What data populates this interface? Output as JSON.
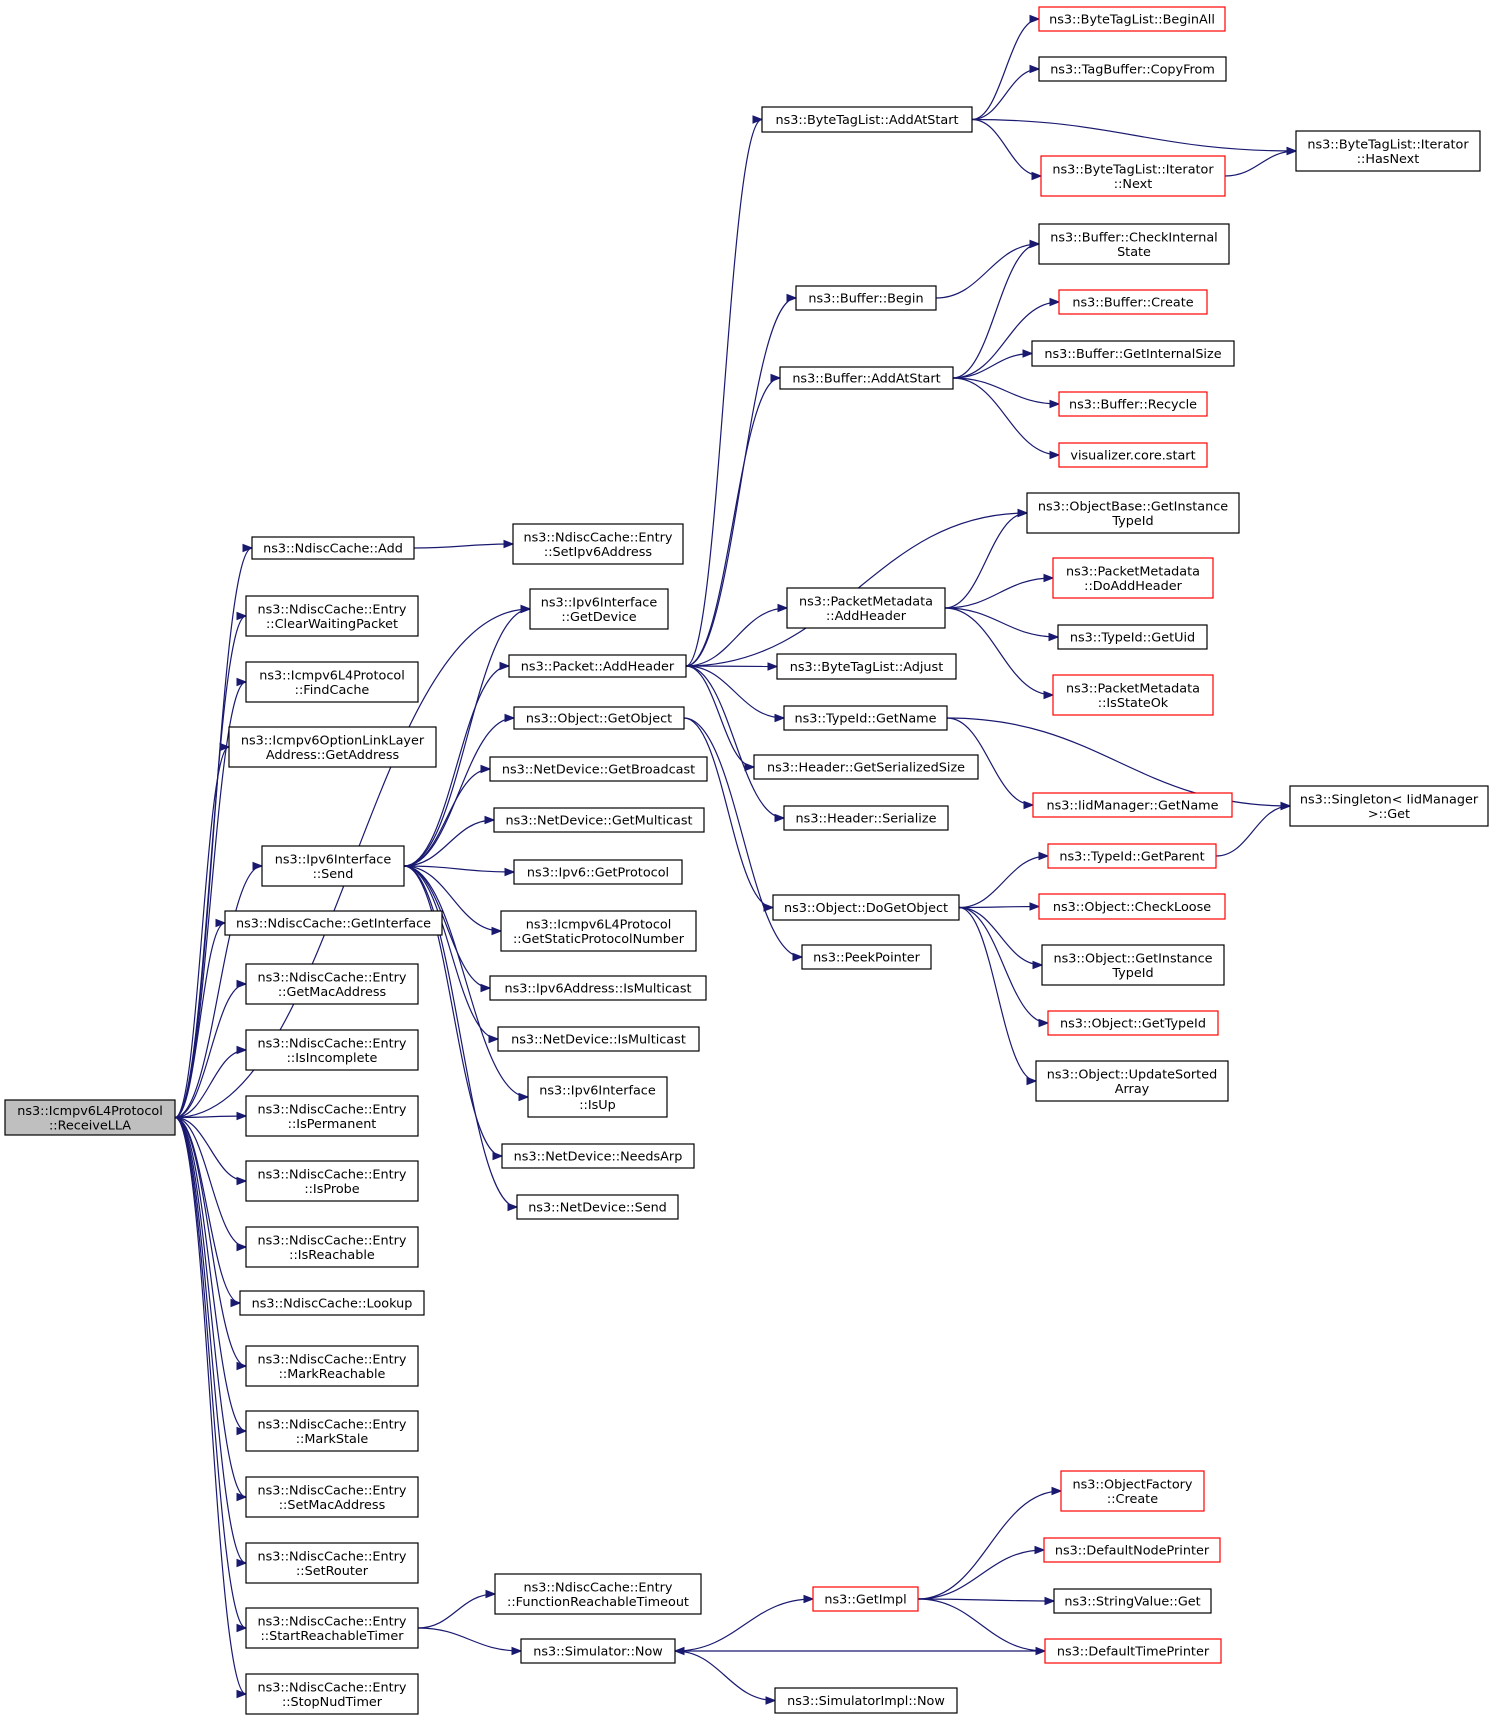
{
  "graph": {
    "colors": {
      "edge": "#191970",
      "border": "#000000",
      "incomplete_border": "#ff0000",
      "root_fill": "#bfbfbf"
    },
    "nodes": [
      {
        "id": "root",
        "lines": [
          "ns3::Icmpv6L4Protocol",
          "::ReceiveLLA"
        ],
        "style": "root"
      },
      {
        "id": "nd_add",
        "lines": [
          "ns3::NdiscCache::Add"
        ]
      },
      {
        "id": "set_ipv6",
        "lines": [
          "ns3::NdiscCache::Entry",
          "::SetIpv6Address"
        ]
      },
      {
        "id": "clear_wait",
        "lines": [
          "ns3::NdiscCache::Entry",
          "::ClearWaitingPacket"
        ]
      },
      {
        "id": "find_cache",
        "lines": [
          "ns3::Icmpv6L4Protocol",
          "::FindCache"
        ]
      },
      {
        "id": "opt_getaddr",
        "lines": [
          "ns3::Icmpv6OptionLinkLayer",
          "Address::GetAddress"
        ]
      },
      {
        "id": "ipv6if_send",
        "lines": [
          "ns3::Ipv6Interface",
          "::Send"
        ]
      },
      {
        "id": "nd_getif",
        "lines": [
          "ns3::NdiscCache::GetInterface"
        ]
      },
      {
        "id": "getmac",
        "lines": [
          "ns3::NdiscCache::Entry",
          "::GetMacAddress"
        ]
      },
      {
        "id": "isincomplete",
        "lines": [
          "ns3::NdiscCache::Entry",
          "::IsIncomplete"
        ]
      },
      {
        "id": "ispermanent",
        "lines": [
          "ns3::NdiscCache::Entry",
          "::IsPermanent"
        ]
      },
      {
        "id": "isprobe",
        "lines": [
          "ns3::NdiscCache::Entry",
          "::IsProbe"
        ]
      },
      {
        "id": "isreachable",
        "lines": [
          "ns3::NdiscCache::Entry",
          "::IsReachable"
        ]
      },
      {
        "id": "lookup",
        "lines": [
          "ns3::NdiscCache::Lookup"
        ]
      },
      {
        "id": "markreach",
        "lines": [
          "ns3::NdiscCache::Entry",
          "::MarkReachable"
        ]
      },
      {
        "id": "markstale",
        "lines": [
          "ns3::NdiscCache::Entry",
          "::MarkStale"
        ]
      },
      {
        "id": "setmac",
        "lines": [
          "ns3::NdiscCache::Entry",
          "::SetMacAddress"
        ]
      },
      {
        "id": "setrouter",
        "lines": [
          "ns3::NdiscCache::Entry",
          "::SetRouter"
        ]
      },
      {
        "id": "startreach",
        "lines": [
          "ns3::NdiscCache::Entry",
          "::StartReachableTimer"
        ]
      },
      {
        "id": "stopnud",
        "lines": [
          "ns3::NdiscCache::Entry",
          "::StopNudTimer"
        ]
      },
      {
        "id": "ipv6if_getdev",
        "lines": [
          "ns3::Ipv6Interface",
          "::GetDevice"
        ]
      },
      {
        "id": "pkt_addheader",
        "lines": [
          "ns3::Packet::AddHeader"
        ]
      },
      {
        "id": "obj_getobject",
        "lines": [
          "ns3::Object::GetObject"
        ]
      },
      {
        "id": "nd_getbcast",
        "lines": [
          "ns3::NetDevice::GetBroadcast"
        ]
      },
      {
        "id": "nd_getmcast",
        "lines": [
          "ns3::NetDevice::GetMulticast"
        ]
      },
      {
        "id": "ipv6_getproto",
        "lines": [
          "ns3::Ipv6::GetProtocol"
        ]
      },
      {
        "id": "icmp_getstatic",
        "lines": [
          "ns3::Icmpv6L4Protocol",
          "::GetStaticProtocolNumber"
        ]
      },
      {
        "id": "ipv6addr_ismc",
        "lines": [
          "ns3::Ipv6Address::IsMulticast"
        ]
      },
      {
        "id": "nd_ismc",
        "lines": [
          "ns3::NetDevice::IsMulticast"
        ]
      },
      {
        "id": "ipv6if_isup",
        "lines": [
          "ns3::Ipv6Interface",
          "::IsUp"
        ]
      },
      {
        "id": "nd_needsarp",
        "lines": [
          "ns3::NetDevice::NeedsArp"
        ]
      },
      {
        "id": "nd_send",
        "lines": [
          "ns3::NetDevice::Send"
        ]
      },
      {
        "id": "btl_addatstart",
        "lines": [
          "ns3::ByteTagList::AddAtStart"
        ]
      },
      {
        "id": "buf_begin",
        "lines": [
          "ns3::Buffer::Begin"
        ]
      },
      {
        "id": "buf_addatstart",
        "lines": [
          "ns3::Buffer::AddAtStart"
        ]
      },
      {
        "id": "pm_addheader",
        "lines": [
          "ns3::PacketMetadata",
          "::AddHeader"
        ]
      },
      {
        "id": "btl_adjust",
        "lines": [
          "ns3::ByteTagList::Adjust"
        ]
      },
      {
        "id": "typeid_getname",
        "lines": [
          "ns3::TypeId::GetName"
        ]
      },
      {
        "id": "hdr_getsersize",
        "lines": [
          "ns3::Header::GetSerializedSize"
        ]
      },
      {
        "id": "hdr_serialize",
        "lines": [
          "ns3::Header::Serialize"
        ]
      },
      {
        "id": "obj_dogetobject",
        "lines": [
          "ns3::Object::DoGetObject"
        ]
      },
      {
        "id": "peekpointer",
        "lines": [
          "ns3::PeekPointer"
        ]
      },
      {
        "id": "btl_beginall",
        "lines": [
          "ns3::ByteTagList::BeginAll"
        ],
        "style": "red"
      },
      {
        "id": "tagbuf_copyfrom",
        "lines": [
          "ns3::TagBuffer::CopyFrom"
        ]
      },
      {
        "id": "btl_it_next",
        "lines": [
          "ns3::ByteTagList::Iterator",
          "::Next"
        ],
        "style": "red"
      },
      {
        "id": "btl_it_hasnext",
        "lines": [
          "ns3::ByteTagList::Iterator",
          "::HasNext"
        ]
      },
      {
        "id": "buf_checkinternal",
        "lines": [
          "ns3::Buffer::CheckInternal",
          "State"
        ]
      },
      {
        "id": "buf_create",
        "lines": [
          "ns3::Buffer::Create"
        ],
        "style": "red"
      },
      {
        "id": "buf_getinternalsize",
        "lines": [
          "ns3::Buffer::GetInternalSize"
        ]
      },
      {
        "id": "buf_recycle",
        "lines": [
          "ns3::Buffer::Recycle"
        ],
        "style": "red"
      },
      {
        "id": "viz_start",
        "lines": [
          "visualizer.core.start"
        ],
        "style": "red"
      },
      {
        "id": "ob_getinsttypeid",
        "lines": [
          "ns3::ObjectBase::GetInstance",
          "TypeId"
        ]
      },
      {
        "id": "pm_doaddheader",
        "lines": [
          "ns3::PacketMetadata",
          "::DoAddHeader"
        ],
        "style": "red"
      },
      {
        "id": "typeid_getuid",
        "lines": [
          "ns3::TypeId::GetUid"
        ]
      },
      {
        "id": "pm_isstateok",
        "lines": [
          "ns3::PacketMetadata",
          "::IsStateOk"
        ],
        "style": "red"
      },
      {
        "id": "iidmgr_getname",
        "lines": [
          "ns3::IidManager::GetName"
        ],
        "style": "red"
      },
      {
        "id": "singleton_get",
        "lines": [
          "ns3::Singleton< IidManager",
          ">::Get"
        ]
      },
      {
        "id": "typeid_getparent",
        "lines": [
          "ns3::TypeId::GetParent"
        ],
        "style": "red"
      },
      {
        "id": "obj_checkloose",
        "lines": [
          "ns3::Object::CheckLoose"
        ],
        "style": "red"
      },
      {
        "id": "obj_getinsttypeid",
        "lines": [
          "ns3::Object::GetInstance",
          "TypeId"
        ]
      },
      {
        "id": "obj_gettypeid",
        "lines": [
          "ns3::Object::GetTypeId"
        ],
        "style": "red"
      },
      {
        "id": "obj_updatesorted",
        "lines": [
          "ns3::Object::UpdateSorted",
          "Array"
        ]
      },
      {
        "id": "funcreachtimeout",
        "lines": [
          "ns3::NdiscCache::Entry",
          "::FunctionReachableTimeout"
        ]
      },
      {
        "id": "sim_now",
        "lines": [
          "ns3::Simulator::Now"
        ]
      },
      {
        "id": "getimpl",
        "lines": [
          "ns3::GetImpl"
        ],
        "style": "red"
      },
      {
        "id": "simimpl_now",
        "lines": [
          "ns3::SimulatorImpl::Now"
        ]
      },
      {
        "id": "objfactory_create",
        "lines": [
          "ns3::ObjectFactory",
          "::Create"
        ],
        "style": "red"
      },
      {
        "id": "defnodeprinter",
        "lines": [
          "ns3::DefaultNodePrinter"
        ],
        "style": "red"
      },
      {
        "id": "stringvalue_get",
        "lines": [
          "ns3::StringValue::Get"
        ]
      },
      {
        "id": "deftimeprinter",
        "lines": [
          "ns3::DefaultTimePrinter"
        ],
        "style": "red"
      }
    ],
    "edges": [
      [
        "root",
        "nd_add"
      ],
      [
        "root",
        "clear_wait"
      ],
      [
        "root",
        "find_cache"
      ],
      [
        "root",
        "opt_getaddr"
      ],
      [
        "root",
        "ipv6if_send"
      ],
      [
        "root",
        "ipv6if_getdev"
      ],
      [
        "root",
        "nd_getif"
      ],
      [
        "root",
        "getmac"
      ],
      [
        "root",
        "isincomplete"
      ],
      [
        "root",
        "ispermanent"
      ],
      [
        "root",
        "isprobe"
      ],
      [
        "root",
        "isreachable"
      ],
      [
        "root",
        "lookup"
      ],
      [
        "root",
        "markreach"
      ],
      [
        "root",
        "markstale"
      ],
      [
        "root",
        "setmac"
      ],
      [
        "root",
        "setrouter"
      ],
      [
        "root",
        "startreach"
      ],
      [
        "root",
        "stopnud"
      ],
      [
        "nd_add",
        "set_ipv6"
      ],
      [
        "ipv6if_send",
        "ipv6if_getdev"
      ],
      [
        "ipv6if_send",
        "pkt_addheader"
      ],
      [
        "ipv6if_send",
        "obj_getobject"
      ],
      [
        "ipv6if_send",
        "nd_getbcast"
      ],
      [
        "ipv6if_send",
        "nd_getmcast"
      ],
      [
        "ipv6if_send",
        "ipv6_getproto"
      ],
      [
        "ipv6if_send",
        "icmp_getstatic"
      ],
      [
        "ipv6if_send",
        "ipv6addr_ismc"
      ],
      [
        "ipv6if_send",
        "nd_ismc"
      ],
      [
        "ipv6if_send",
        "ipv6if_isup"
      ],
      [
        "ipv6if_send",
        "nd_needsarp"
      ],
      [
        "ipv6if_send",
        "nd_send"
      ],
      [
        "pkt_addheader",
        "btl_addatstart"
      ],
      [
        "pkt_addheader",
        "buf_begin"
      ],
      [
        "pkt_addheader",
        "buf_addatstart"
      ],
      [
        "pkt_addheader",
        "pm_addheader"
      ],
      [
        "pkt_addheader",
        "btl_adjust"
      ],
      [
        "pkt_addheader",
        "typeid_getname"
      ],
      [
        "pkt_addheader",
        "hdr_getsersize"
      ],
      [
        "pkt_addheader",
        "hdr_serialize"
      ],
      [
        "pkt_addheader",
        "ob_getinsttypeid"
      ],
      [
        "obj_getobject",
        "obj_dogetobject"
      ],
      [
        "obj_getobject",
        "peekpointer"
      ],
      [
        "btl_addatstart",
        "btl_beginall"
      ],
      [
        "btl_addatstart",
        "tagbuf_copyfrom"
      ],
      [
        "btl_addatstart",
        "btl_it_next"
      ],
      [
        "btl_addatstart",
        "btl_it_hasnext"
      ],
      [
        "btl_it_next",
        "btl_it_hasnext"
      ],
      [
        "buf_begin",
        "buf_checkinternal"
      ],
      [
        "buf_addatstart",
        "buf_checkinternal"
      ],
      [
        "buf_addatstart",
        "buf_create"
      ],
      [
        "buf_addatstart",
        "buf_getinternalsize"
      ],
      [
        "buf_addatstart",
        "buf_recycle"
      ],
      [
        "buf_addatstart",
        "viz_start"
      ],
      [
        "pm_addheader",
        "ob_getinsttypeid"
      ],
      [
        "pm_addheader",
        "pm_doaddheader"
      ],
      [
        "pm_addheader",
        "typeid_getuid"
      ],
      [
        "pm_addheader",
        "pm_isstateok"
      ],
      [
        "typeid_getname",
        "iidmgr_getname"
      ],
      [
        "typeid_getname",
        "singleton_get"
      ],
      [
        "typeid_getparent",
        "singleton_get"
      ],
      [
        "obj_dogetobject",
        "typeid_getparent"
      ],
      [
        "obj_dogetobject",
        "obj_checkloose"
      ],
      [
        "obj_dogetobject",
        "obj_getinsttypeid"
      ],
      [
        "obj_dogetobject",
        "obj_gettypeid"
      ],
      [
        "obj_dogetobject",
        "obj_updatesorted"
      ],
      [
        "startreach",
        "funcreachtimeout"
      ],
      [
        "startreach",
        "sim_now"
      ],
      [
        "sim_now",
        "getimpl"
      ],
      [
        "sim_now",
        "simimpl_now"
      ],
      [
        "getimpl",
        "objfactory_create"
      ],
      [
        "getimpl",
        "defnodeprinter"
      ],
      [
        "getimpl",
        "stringvalue_get"
      ],
      [
        "getimpl",
        "deftimeprinter"
      ],
      [
        "deftimeprinter",
        "sim_now"
      ]
    ]
  }
}
